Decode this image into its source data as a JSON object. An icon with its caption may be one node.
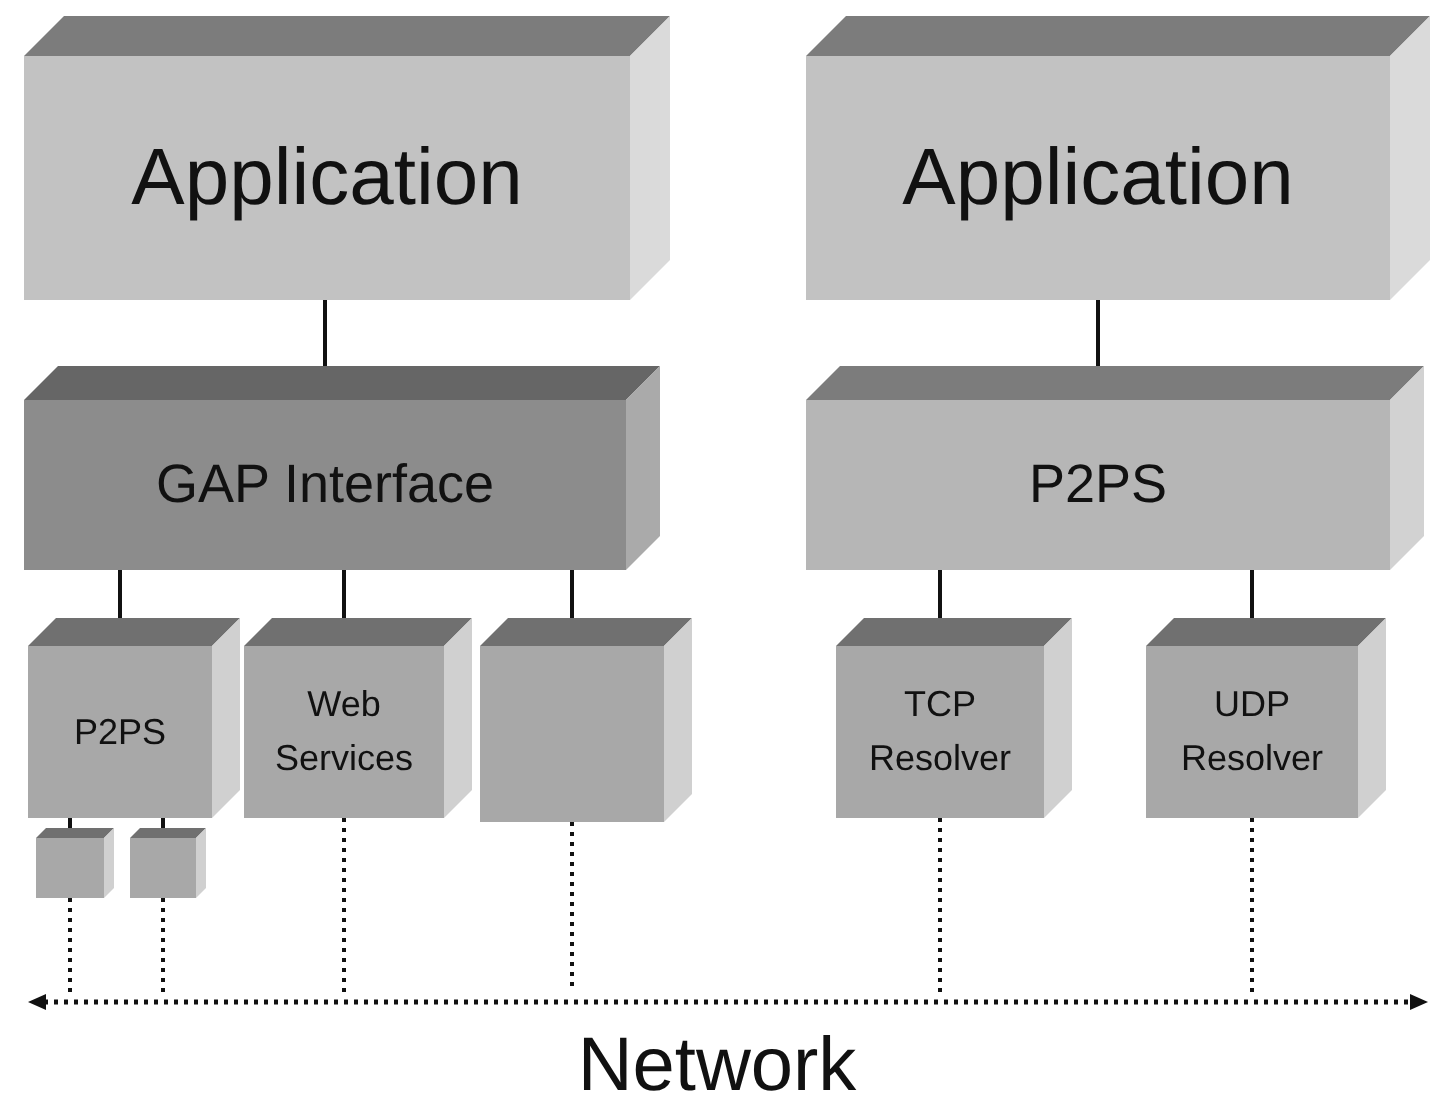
{
  "diagram": {
    "nodes": [
      {
        "text": [
          "Application"
        ]
      },
      {
        "text": [
          "Application"
        ]
      },
      {
        "text": [
          "GAP Interface"
        ]
      },
      {
        "text": [
          "P2PS"
        ]
      },
      {
        "text": [
          "P2PS"
        ]
      },
      {
        "text": [
          "Web Services"
        ]
      },
      {
        "text": [],
        "shape": "box"
      },
      {
        "text": [
          "TCP Resolver"
        ]
      },
      {
        "text": [
          "UDP Resolver"
        ]
      },
      {
        "text": [],
        "shape": "box"
      },
      {
        "text": [],
        "shape": "box"
      },
      {
        "text": [],
        "shape": "bar"
      }
    ],
    "edges": [
      {
        "from": 0,
        "to": 2,
        "arrow": "none"
      },
      {
        "from": 1,
        "to": 3,
        "arrow": "none"
      },
      {
        "from": 2,
        "to": 4,
        "arrow": "none"
      },
      {
        "from": 2,
        "to": 5,
        "arrow": "none"
      },
      {
        "from": 2,
        "to": 6,
        "arrow": "none"
      },
      {
        "from": 3,
        "to": 7,
        "arrow": "none"
      },
      {
        "from": 3,
        "to": 8,
        "arrow": "none"
      },
      {
        "from": 4,
        "to": 9,
        "arrow": "none"
      },
      {
        "from": 4,
        "to": 10,
        "arrow": "none"
      },
      {
        "from": 9,
        "to": 11,
        "arrow": "none",
        "style": "dashed"
      },
      {
        "from": 10,
        "to": 11,
        "arrow": "none",
        "style": "dashed"
      },
      {
        "from": 5,
        "to": 11,
        "arrow": "none",
        "style": "dashed"
      },
      {
        "from": 6,
        "to": 11,
        "arrow": "none",
        "style": "dashed"
      },
      {
        "from": 7,
        "to": 11,
        "arrow": "none",
        "style": "dashed"
      },
      {
        "from": 8,
        "to": 11,
        "arrow": "none",
        "style": "dashed"
      }
    ],
    "labels": [
      "Network"
    ]
  }
}
